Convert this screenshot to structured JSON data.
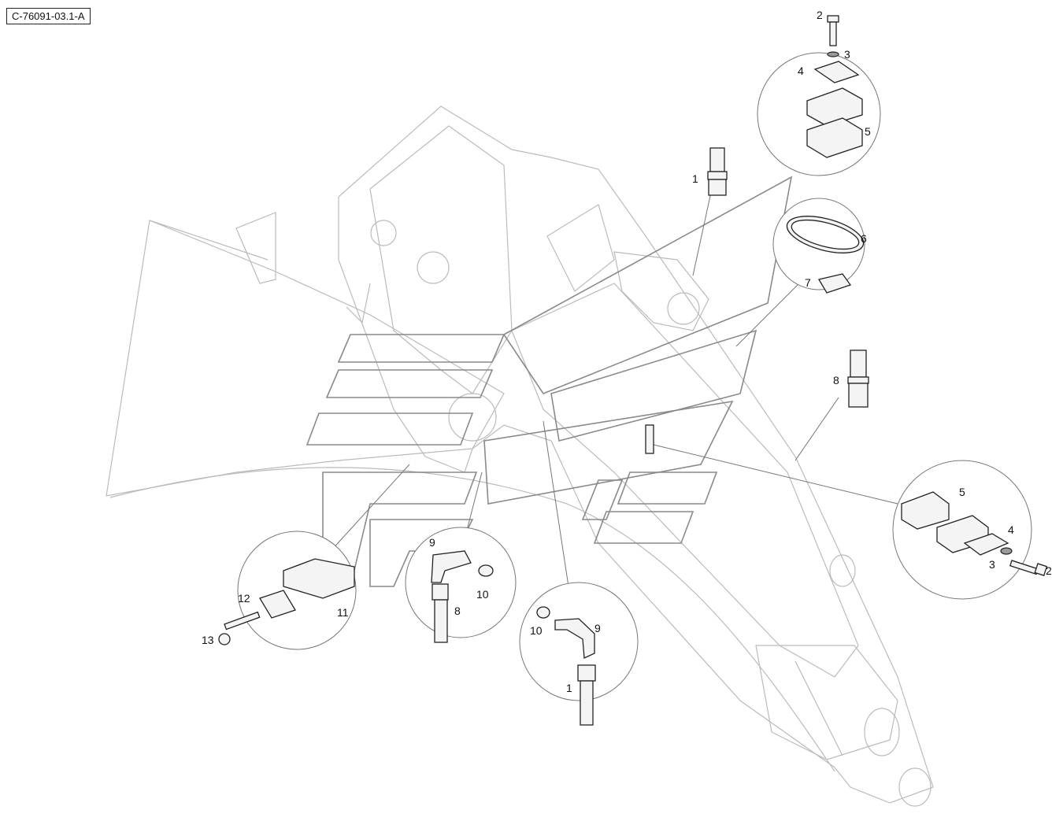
{
  "figure_id": "C-76091-03.1-A",
  "callouts": {
    "top_right_clamp": {
      "bolt": "2",
      "washer": "3",
      "plate": "4",
      "clamp": "5"
    },
    "fitting_top": {
      "fitting": "1"
    },
    "hose_clamp": {
      "clamp": "6",
      "insert": "7"
    },
    "hose_end_right": {
      "fitting": "8"
    },
    "right_clamp": {
      "clamp": "5",
      "plate": "4",
      "washer": "3",
      "bolt": "2"
    },
    "left_clamp": {
      "plate": "12",
      "clamp": "11",
      "bolt": "13"
    },
    "elbow_center": {
      "elbow": "9",
      "seal": "10",
      "fitting": "8"
    },
    "elbow_lower": {
      "seal": "10",
      "elbow": "9",
      "fitting": "1"
    }
  }
}
